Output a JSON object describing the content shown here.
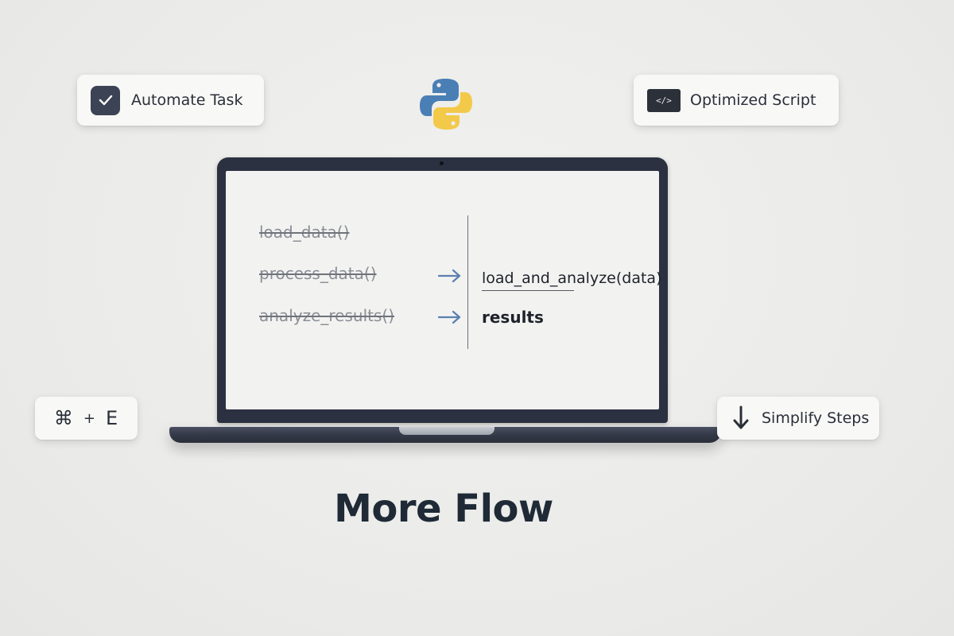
{
  "cards": {
    "automate": {
      "label": "Automate Task",
      "icon": "checkbox-icon"
    },
    "optimized": {
      "label": "Optimized Script",
      "icon": "code-icon",
      "icon_text": "</>"
    },
    "shortcut": {
      "symbol": "⌘",
      "plus": "+",
      "key": "E"
    },
    "simplify": {
      "label": "Simplify Steps",
      "icon": "arrow-down-icon"
    }
  },
  "logo": {
    "icon": "python-logo-icon"
  },
  "screen": {
    "old_lines": [
      "load_data()",
      "process_data()",
      "analyze_results()"
    ],
    "new_lines": [
      "load_and_analyze(data)",
      "results"
    ]
  },
  "headline": "More Flow",
  "colors": {
    "background": "#ececea",
    "laptop": "#2c3141",
    "arrow": "#5b7faf",
    "headline": "#1f2a36"
  }
}
